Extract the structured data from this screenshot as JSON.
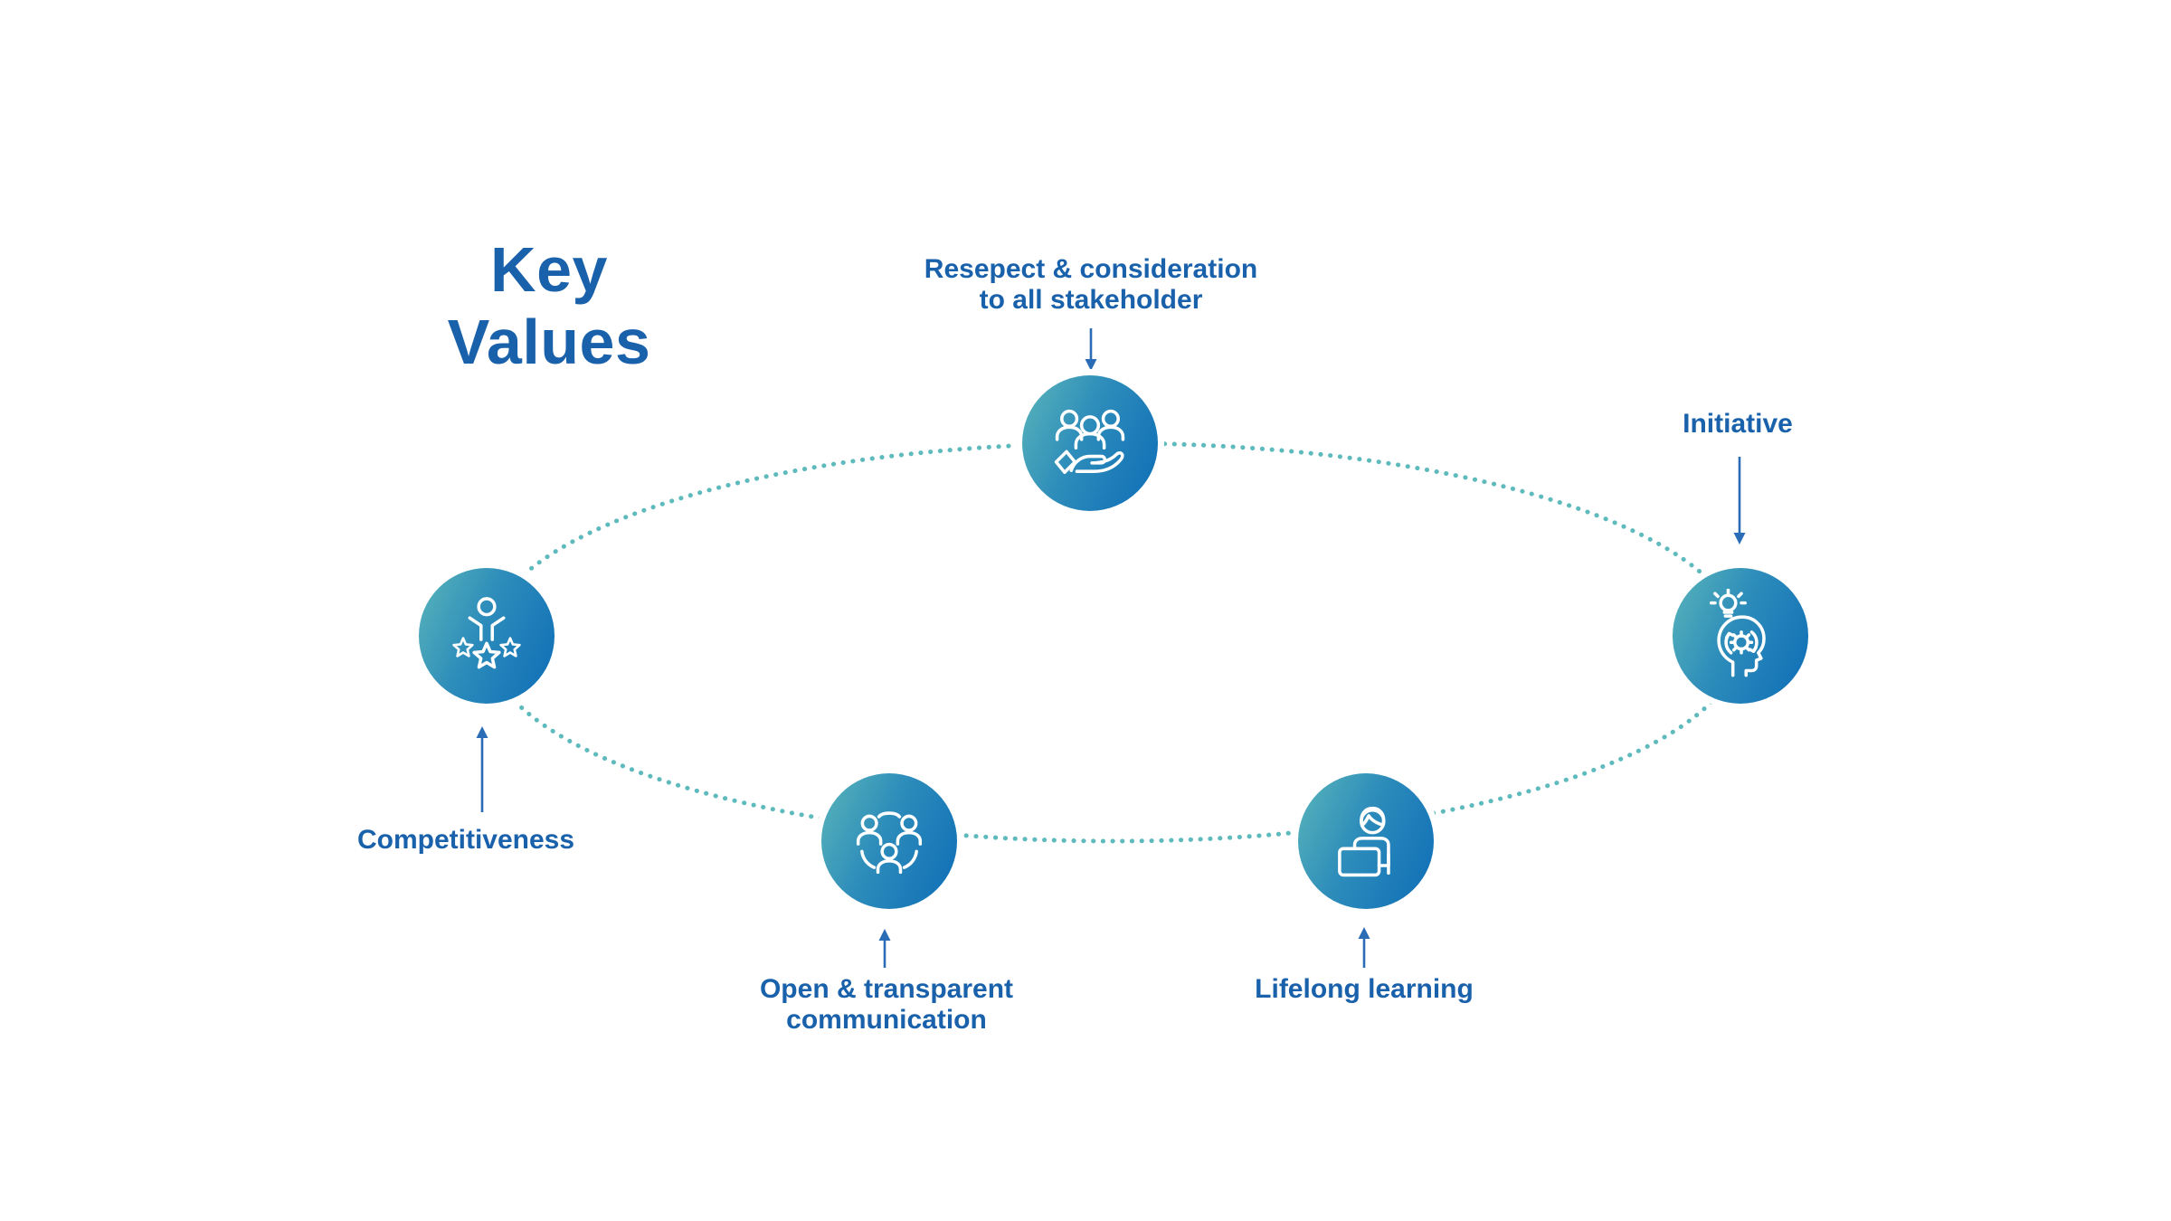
{
  "title": "Key\nValues",
  "nodes": [
    {
      "label": "Resepect & consideration\nto all stakeholder",
      "icon": "people-in-hand-icon",
      "position": "top"
    },
    {
      "label": "Initiative",
      "icon": "idea-head-icon",
      "position": "right"
    },
    {
      "label": "Competitiveness",
      "icon": "winner-stars-icon",
      "position": "left"
    },
    {
      "label": "Open & transparent\ncommunication",
      "icon": "group-communication-icon",
      "position": "bottom-left"
    },
    {
      "label": "Lifelong learning",
      "icon": "person-laptop-icon",
      "position": "bottom-right"
    }
  ],
  "colors": {
    "heading_text": "#1a61ab",
    "label_text": "#1a61ab",
    "arrow": "#2a6cb5",
    "dotted_ellipse": "#5fbabd",
    "circle_gradient_start": "#5ab6ba",
    "circle_gradient_end": "#0d6db7",
    "icon_stroke": "#ffffff",
    "background": "#ffffff"
  }
}
